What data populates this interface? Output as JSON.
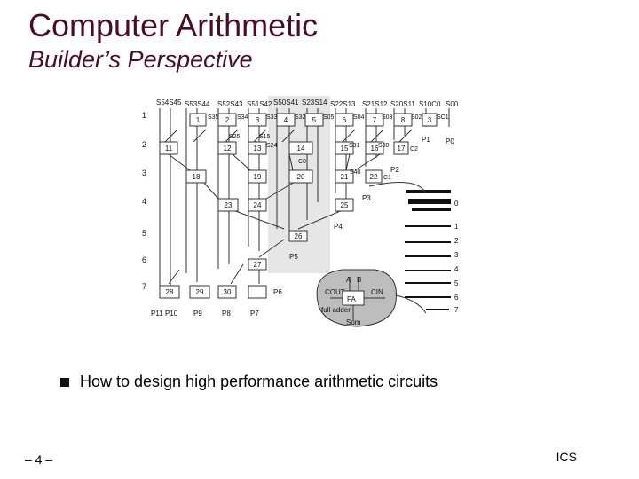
{
  "slide": {
    "title": "Computer Arithmetic",
    "subtitle": "Builder’s Perspective",
    "bullet": "How to design high performance arithmetic circuits",
    "page_number": "– 4 –",
    "footer_right": "ICS"
  },
  "diagram": {
    "top_labels": [
      "S54S45",
      "S53S44",
      "S52S43",
      "S51S42",
      "S50S41",
      "S23S14",
      "S22S13",
      "S21S12",
      "S20S11",
      "S10C0",
      "S00"
    ],
    "row_labels": [
      "1",
      "2",
      "3",
      "4",
      "5",
      "6",
      "7"
    ],
    "right_row_labels": [
      "0",
      "1",
      "2",
      "3",
      "4",
      "5",
      "6",
      "7"
    ],
    "cells": [
      "1",
      "2",
      "3",
      "4",
      "5",
      "6",
      "7",
      "8",
      "3",
      "11",
      "12",
      "13",
      "14",
      "15",
      "16",
      "17",
      "18",
      "19",
      "20",
      "21",
      "22",
      "23",
      "24",
      "25",
      "26",
      "27",
      "28",
      "29",
      "30"
    ],
    "inner_labels": [
      "S35",
      "S34",
      "S33",
      "S32",
      "S05",
      "S04",
      "S03",
      "S02",
      "SC1",
      "S25",
      "S15",
      "S24",
      "S31",
      "S30",
      "S40",
      "C0",
      "C1",
      "C2"
    ],
    "output_labels": [
      "P0",
      "P1",
      "P2",
      "P3",
      "P4",
      "P5",
      "P6",
      "P7",
      "P8",
      "P9",
      "P10",
      "P11"
    ],
    "adder_labels": [
      "A",
      "B",
      "COUT",
      "CIN",
      "FA",
      "full adder",
      "Sum"
    ]
  }
}
